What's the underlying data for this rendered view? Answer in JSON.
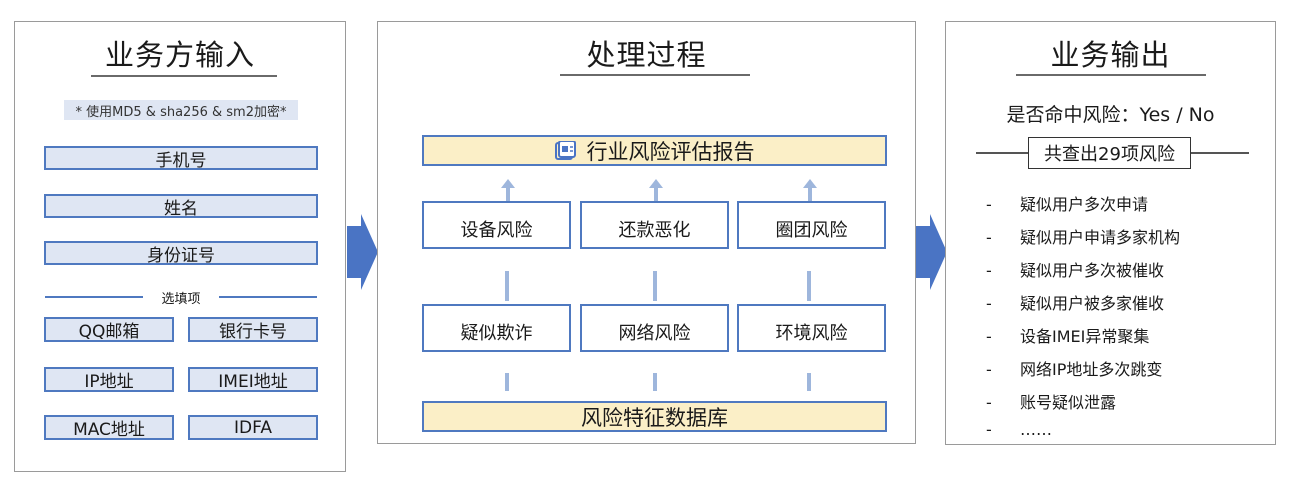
{
  "left_panel": {
    "title": "业务方输入",
    "note": "* 使用MD5 & sha256 & sm2加密*",
    "required_fields": [
      "手机号",
      "姓名",
      "身份证号"
    ],
    "optional_label": "选填项",
    "optional_fields": [
      "QQ邮箱",
      "银行卡号",
      "IP地址",
      "IMEI地址",
      "MAC地址",
      "IDFA"
    ]
  },
  "middle_panel": {
    "title": "处理过程",
    "report": "行业风险评估报告",
    "upper_risks": [
      "设备风险",
      "还款恶化",
      "圈团风险"
    ],
    "lower_risks": [
      "疑似欺诈",
      "网络风险",
      "环境风险"
    ],
    "database": "风险特征数据库"
  },
  "right_panel": {
    "title": "业务输出",
    "hit_question": "是否命中风险：Yes / No",
    "count_label": "共查出29项风险",
    "risk_list": [
      "疑似用户多次申请",
      "疑似用户申请多家机构",
      "疑似用户多次被催收",
      "疑似用户被多家催收",
      "设备IMEI异常聚集",
      "网络IP地址多次跳变",
      "账号疑似泄露",
      "……"
    ]
  },
  "colors": {
    "border_blue": "#4f79c0",
    "field_fill": "#dfe6f3",
    "highlight_fill": "#fbefc7",
    "arrow_blue": "#4a74c4",
    "connector": "#9eb6dc"
  },
  "icons": [
    "report-icon",
    "big-right-arrow-icon",
    "up-arrow-icon"
  ]
}
